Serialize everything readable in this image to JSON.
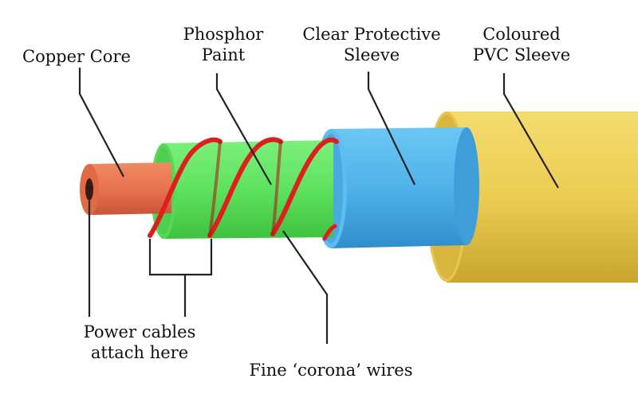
{
  "labels": {
    "copper_core": "Copper Core",
    "phosphor_paint": [
      "Phosphor",
      "Paint"
    ],
    "clear_sleeve": [
      "Clear Protective",
      "Sleeve"
    ],
    "pvc_sleeve": [
      "Coloured",
      "PVC Sleeve"
    ],
    "power_cables": [
      "Power cables",
      "attach here"
    ],
    "corona_wires": "Fine ‘corona’ wires"
  },
  "colors": {
    "copper": "#e8734f",
    "phosphor": "#5ee35e",
    "clear_sleeve": "#4db3ea",
    "pvc_sleeve": "#e8c849",
    "corona_wire": "#e01e1e",
    "leader_line": "#222222"
  }
}
